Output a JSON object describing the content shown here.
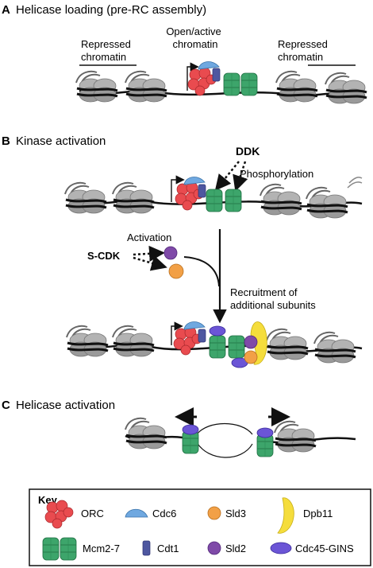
{
  "panels": [
    {
      "letter": "A",
      "title": "Helicase loading (pre-RC assembly)"
    },
    {
      "letter": "B",
      "title": "Kinase activation"
    },
    {
      "letter": "C",
      "title": "Helicase activation"
    }
  ],
  "panel_a": {
    "repressed_left": [
      "Repressed",
      "chromatin"
    ],
    "open": [
      "Open/active",
      "chromatin"
    ],
    "repressed_right": [
      "Repressed",
      "chromatin"
    ]
  },
  "panel_b": {
    "ddk": "DDK",
    "phosphorylation": "Phosphorylation",
    "activation": "Activation",
    "scdk": "S-CDK",
    "recruitment": [
      "Recruitment of",
      "additional subunits"
    ]
  },
  "key": {
    "title": "Key",
    "items": [
      "ORC",
      "Cdc6",
      "Sld3",
      "Dpb11",
      "Mcm2-7",
      "Cdt1",
      "Sld2",
      "Cdc45-GINS"
    ]
  },
  "colors": {
    "orc": "#e94b4f",
    "cdc6": "#6fa8e0",
    "sld3": "#f2a046",
    "dpb11": "#f5dd3c",
    "mcm": "#3da56b",
    "cdt1": "#4e57a0",
    "sld2": "#7f4aa8",
    "cdc45_gins": "#6b55d6",
    "nucleosome": "#a7a7a7"
  }
}
